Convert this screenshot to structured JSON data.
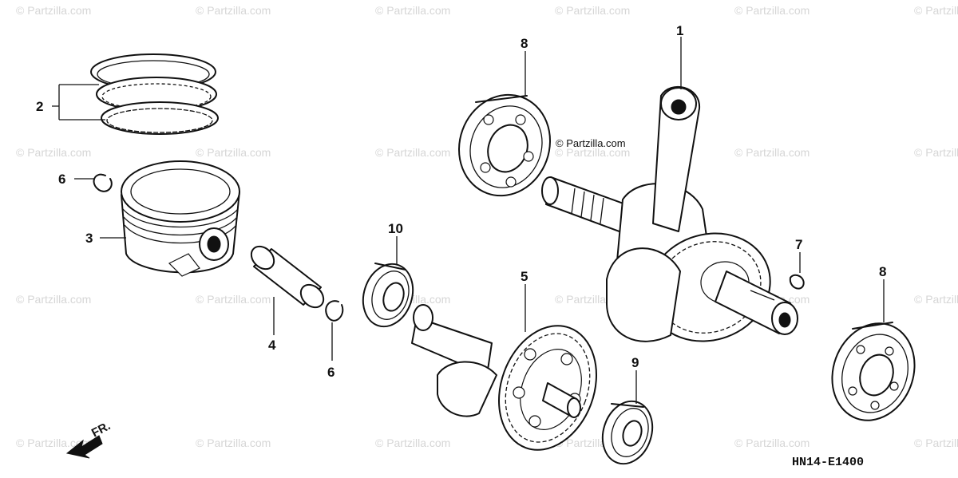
{
  "watermark_text": "© Partzilla.com",
  "copyright_label": "© Partzilla.com",
  "diagram_code": "HN14-E1400",
  "front_arrow_label": "FR.",
  "callouts": {
    "c1": "1",
    "c2": "2",
    "c3": "3",
    "c4": "4",
    "c5": "5",
    "c6a": "6",
    "c6b": "6",
    "c7": "7",
    "c8a": "8",
    "c8b": "8",
    "c9": "9",
    "c10": "10"
  },
  "colors": {
    "ink": "#111111",
    "watermark": "#d6d6d6",
    "background": "#ffffff"
  },
  "icons": [
    "front-direction-arrow-icon"
  ]
}
